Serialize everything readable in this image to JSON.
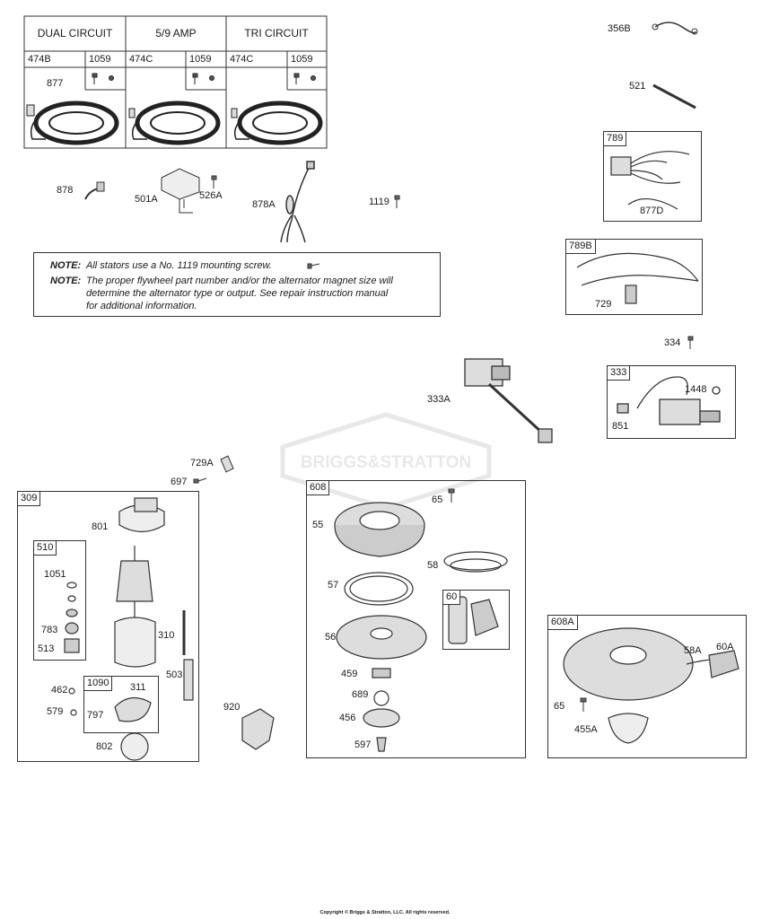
{
  "stator_table": {
    "columns": [
      {
        "title": "DUAL CIRCUIT",
        "part": "474B",
        "screw": "1059",
        "lead": "877"
      },
      {
        "title": "5/9 AMP",
        "part": "474C",
        "screw": "1059"
      },
      {
        "title": "TRI CIRCUIT",
        "part": "474C",
        "screw": "1059"
      }
    ]
  },
  "notes": {
    "label1": "NOTE:",
    "text1": "All stators use a No. 1119 mounting screw.",
    "label2": "NOTE:",
    "text2_line1": "The proper flywheel part number and/or the alternator magnet size will",
    "text2_line2": "determine the alternator type or output. See repair instruction manual",
    "text2_line3": "for additional information."
  },
  "loose_labels": {
    "p356B": "356B",
    "p521": "521",
    "p878": "878",
    "p501A": "501A",
    "p526A": "526A",
    "p878A": "878A",
    "p1119": "1119",
    "p334": "334",
    "p333A": "333A",
    "p729A": "729A",
    "p697": "697",
    "p920": "920"
  },
  "box_789": {
    "header": "789",
    "sub": "877D"
  },
  "box_789B": {
    "header": "789B",
    "sub": "729"
  },
  "box_333": {
    "header": "333",
    "a": "1448",
    "b": "851"
  },
  "box_309": {
    "header": "309",
    "labels": {
      "p801": "801",
      "p310": "310",
      "p503": "503",
      "p462": "462",
      "p579": "579",
      "p802": "802"
    },
    "box_510": {
      "header": "510",
      "p1051": "1051",
      "p783": "783",
      "p513": "513"
    },
    "box_1090": {
      "header": "1090",
      "p311": "311",
      "p797": "797"
    }
  },
  "box_608": {
    "header": "608",
    "labels": {
      "p65": "65",
      "p55": "55",
      "p58": "58",
      "p57": "57",
      "p56": "56",
      "p459": "459",
      "p689": "689",
      "p456": "456",
      "p597": "597"
    },
    "box_60": {
      "header": "60"
    }
  },
  "box_608A": {
    "header": "608A",
    "labels": {
      "p58A": "58A",
      "p60A": "60A",
      "p65": "65",
      "p455A": "455A"
    }
  },
  "watermark": "BRIGGS&STRATTON",
  "copyright": "Copyright © Briggs & Stratton, LLC. All rights reserved."
}
